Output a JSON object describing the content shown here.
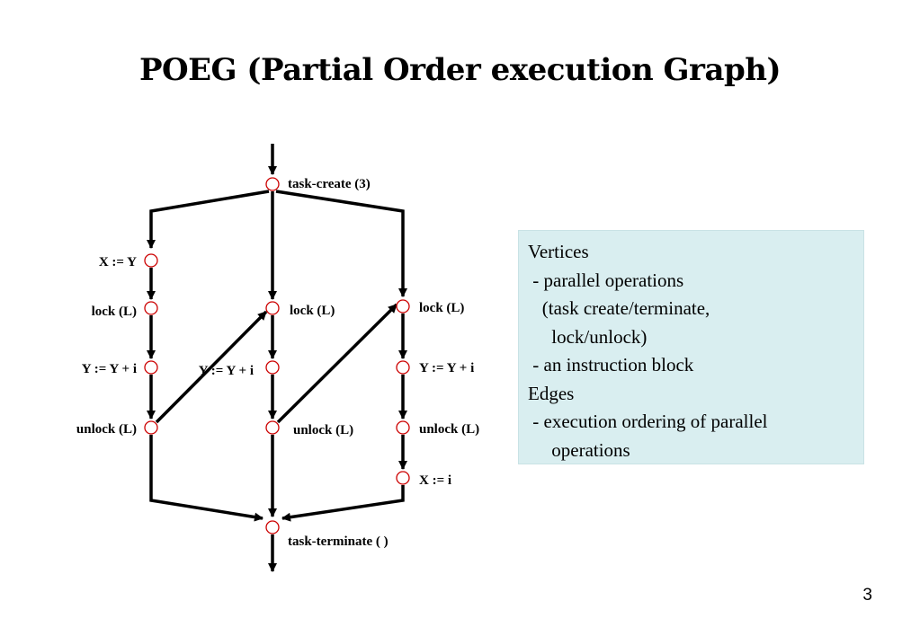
{
  "slide": {
    "title": "POEG (Partial Order execution Graph)",
    "page_number": "3"
  },
  "diagram": {
    "nodes": {
      "task_create": "task-create (3)",
      "left_assign_x": "X := Y",
      "left_lock": "lock (L)",
      "left_update_y": "Y := Y + i",
      "left_unlock": "unlock (L)",
      "middle_lock": "lock (L)",
      "middle_update_y": "Y := Y + i",
      "middle_unlock": "unlock (L)",
      "right_lock": "lock (L)",
      "right_update_y": "Y := Y + i",
      "right_unlock": "unlock (L)",
      "right_assign_x": "X := i",
      "task_terminate": "task-terminate ( )"
    }
  },
  "legend": {
    "lines": [
      "Vertices",
      " - parallel operations",
      "   (task create/terminate,",
      "     lock/unlock)",
      " - an instruction block",
      "Edges",
      " - execution ordering of parallel",
      "     operations"
    ]
  }
}
